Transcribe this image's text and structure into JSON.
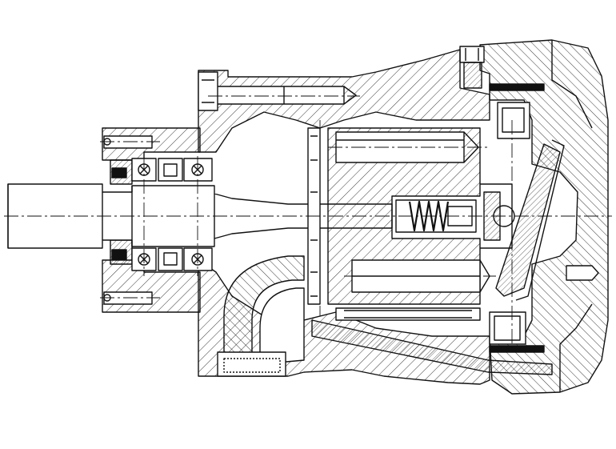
{
  "drawing": {
    "line_color": "#111111",
    "background_color": "#ffffff",
    "hatch_color": "#222222",
    "centerline_style": "dash-dot"
  },
  "icons": {
    "housing": "hatched-housing-section",
    "shaft": "drive-shaft",
    "bearings": "ball-bearing-pair",
    "spring": "compression-spring",
    "swashplate": "swash-plate",
    "cylinder_block": "cylinder-block",
    "elbow": "suction-elbow",
    "ball": "spherical-joint"
  }
}
